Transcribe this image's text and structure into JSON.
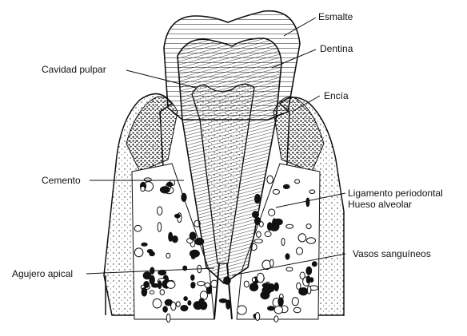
{
  "labels": {
    "esmalte": "Esmalte",
    "dentina": "Dentina",
    "cavidad_pulpar": "Cavidad pulpar",
    "encia": "Encía",
    "cemento": "Cemento",
    "ligamento": "Ligamento periodontal",
    "hueso": "Hueso alveolar",
    "vasos": "Vasos sanguíneos",
    "agujero": "Agujero apical"
  },
  "colors": {
    "ink": "#111111",
    "paper": "#ffffff"
  }
}
